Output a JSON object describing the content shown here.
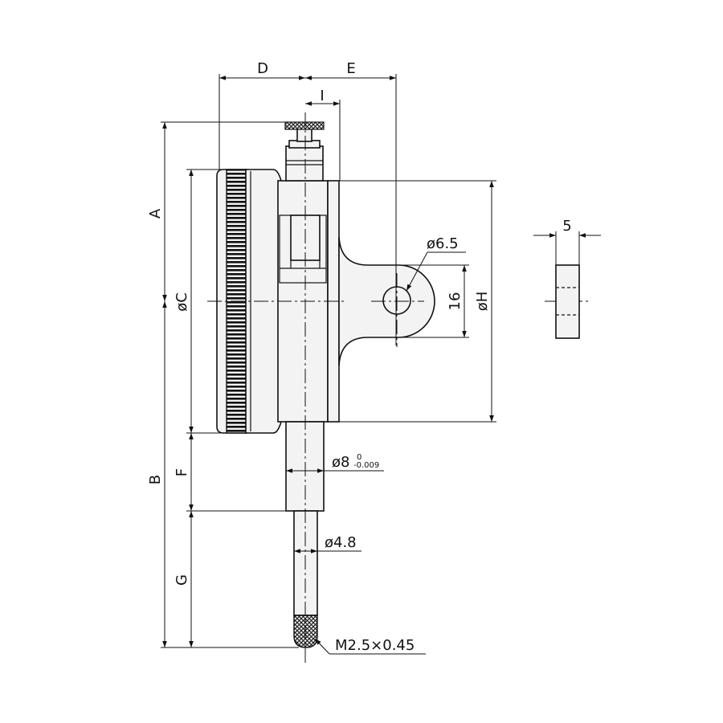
{
  "labels": {
    "A": "A",
    "B": "B",
    "C": "øC",
    "D": "D",
    "E": "E",
    "F": "F",
    "G": "G",
    "H": "øH",
    "I": "I",
    "hole": "ø6.5",
    "lug_height": "16",
    "lug_thickness": "5",
    "stem_dia": "ø8",
    "stem_tol_upper": "0",
    "stem_tol_lower": "-0.009",
    "spindle_dia": "ø4.8",
    "thread": "M2.5×0.45"
  }
}
